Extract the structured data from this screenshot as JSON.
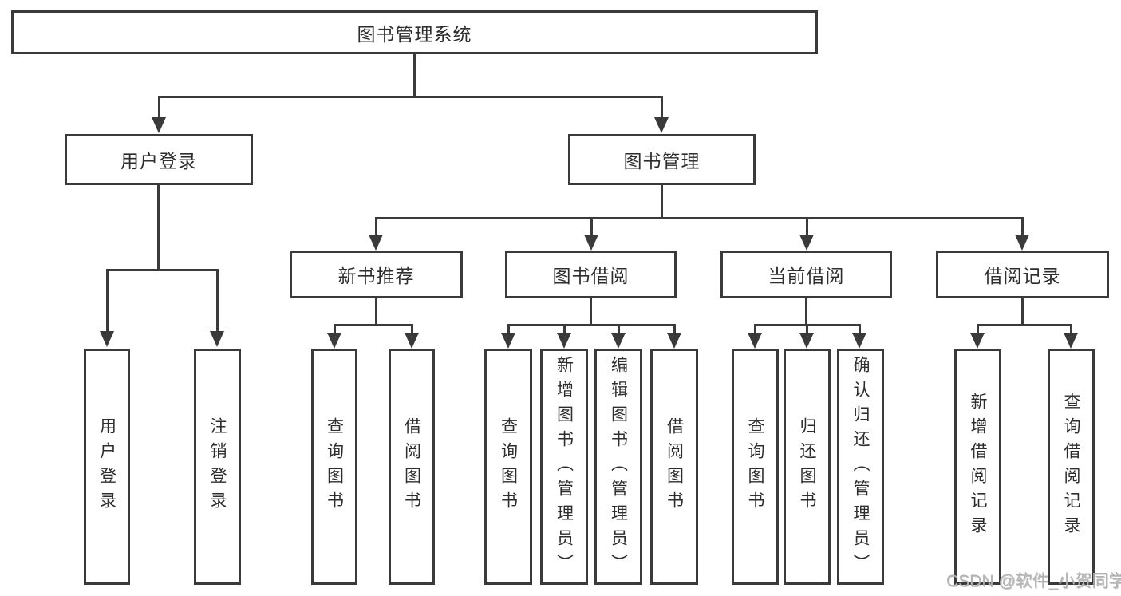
{
  "colors": {
    "line": "#3a3a3a",
    "box_border": "#3a3a3a",
    "box_background": "#ffffff",
    "text": "#2d2d2d",
    "watermark": "#b3b3b3",
    "page_background": "#ffffff"
  },
  "watermark": {
    "text": "CSDN @软件_小贺同学"
  },
  "tree": {
    "root": {
      "label": "图书管理系统",
      "children": [
        {
          "label": "用户登录",
          "children": [
            {
              "label": "用户登录"
            },
            {
              "label": "注销登录"
            }
          ]
        },
        {
          "label": "图书管理",
          "children": [
            {
              "label": "新书推荐",
              "children": [
                {
                  "label": "查询图书"
                },
                {
                  "label": "借阅图书"
                }
              ]
            },
            {
              "label": "图书借阅",
              "children": [
                {
                  "label": "查询图书"
                },
                {
                  "label": "新增图书（管理员）"
                },
                {
                  "label": "编辑图书（管理员）"
                },
                {
                  "label": "借阅图书"
                }
              ]
            },
            {
              "label": "当前借阅",
              "children": [
                {
                  "label": "查询图书"
                },
                {
                  "label": "归还图书"
                },
                {
                  "label": "确认归还（管理员）"
                }
              ]
            },
            {
              "label": "借阅记录",
              "children": [
                {
                  "label": "新增借阅记录"
                },
                {
                  "label": "查询借阅记录"
                }
              ]
            }
          ]
        }
      ]
    }
  }
}
